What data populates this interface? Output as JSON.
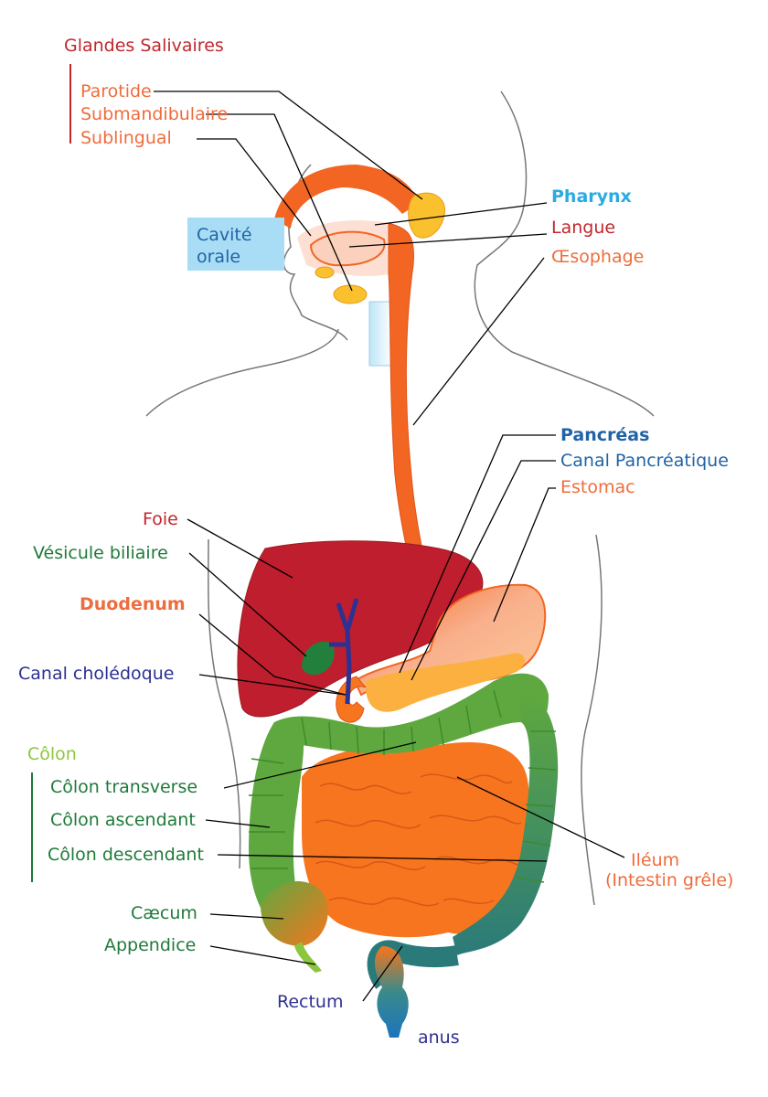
{
  "labels": {
    "glandes_salivaires": "Glandes Salivaires",
    "parotide": "Parotide",
    "submandibulaire": "Submandibulaire",
    "sublingual": "Sublingual",
    "pharynx": "Pharynx",
    "langue": "Langue",
    "oesophage": "Œsophage",
    "cavite": "Cavité",
    "orale": "orale",
    "pancreas": "Pancréas",
    "canal_pancreatique": "Canal Pancréatique",
    "estomac": "Estomac",
    "foie": "Foie",
    "vesicule_biliaire": "Vésicule biliaire",
    "duodenum": "Duodenum",
    "canal_choledoque": "Canal cholédoque",
    "colon": "Côlon",
    "colon_transverse": "Côlon transverse",
    "colon_ascendant": "Côlon ascendant",
    "colon_descendant": "Côlon descendant",
    "ileum": "Iléum",
    "intestin_grele": "(Intestin grêle)",
    "caecum": "Cæcum",
    "appendice": "Appendice",
    "rectum": "Rectum",
    "anus": "anus"
  },
  "colors": {
    "esophagus": "#f26522",
    "liver": "#c1272d",
    "stomach": "#f7a57c",
    "pancreas": "#fbb040",
    "gallbladder": "#22803c",
    "colon": "#5fa83f",
    "small_intestine": "#f7751e",
    "rectum": "#1c75bc",
    "gland": "#fbc02d",
    "outline": "#777777"
  }
}
